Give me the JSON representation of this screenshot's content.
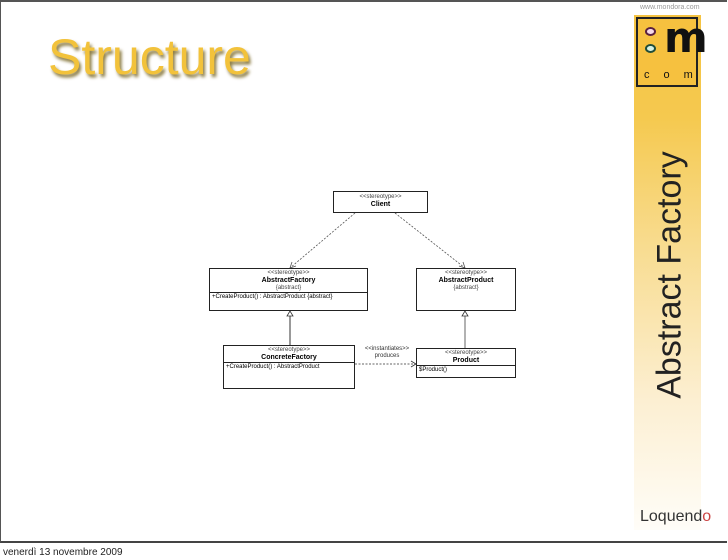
{
  "slide": {
    "title": "Structure",
    "side_title": "Abstract Factory",
    "footer_date": "venerdì 13 novembre 2009"
  },
  "branding": {
    "url": "www.mondora.com",
    "logo_letter": "m",
    "logo_com": "com",
    "sponsor": "Loquend",
    "sponsor_last": "o"
  },
  "diagram": {
    "client": {
      "stereotype": "<<stereotype>>",
      "name": "Client"
    },
    "abstract_factory": {
      "stereotype": "<<stereotype>>",
      "name": "AbstractFactory",
      "note": "{abstract}",
      "operation": "+CreateProduct() : AbstractProduct {abstract}"
    },
    "abstract_product": {
      "stereotype": "<<stereotype>>",
      "name": "AbstractProduct",
      "note": "{abstract}"
    },
    "concrete_factory": {
      "stereotype": "<<stereotype>>",
      "name": "ConcreteFactory",
      "operation": "+CreateProduct() : AbstractProduct"
    },
    "product": {
      "stereotype": "<<stereotype>>",
      "name": "Product",
      "operation": "$Product()"
    },
    "relation": {
      "stereotype": "<<instantiates>>",
      "label": "produces"
    }
  },
  "colors": {
    "accent": "#f2c23b",
    "strip": "#f5c342"
  }
}
